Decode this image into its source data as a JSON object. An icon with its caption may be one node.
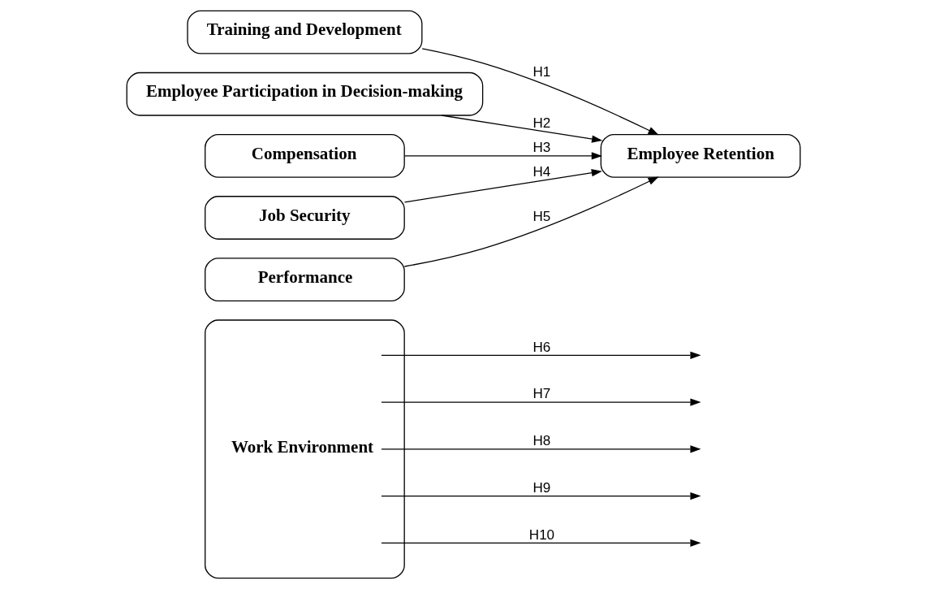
{
  "diagram": {
    "nodes": [
      {
        "text": [
          "Work Environment"
        ]
      },
      {
        "text": [
          "Training and Development"
        ]
      },
      {
        "text": [
          "Employee Participation in Decision-making"
        ]
      },
      {
        "text": [
          "Compensation"
        ]
      },
      {
        "text": [
          "Job Security"
        ]
      },
      {
        "text": [
          "Performance"
        ]
      },
      {
        "text": [
          "Employee Retention"
        ]
      }
    ],
    "edges": [
      {
        "from": 1,
        "to": 6,
        "arrow": "to",
        "label": "H1"
      },
      {
        "from": 2,
        "to": 6,
        "arrow": "to",
        "label": "H2"
      },
      {
        "from": 3,
        "to": 6,
        "arrow": "to",
        "label": "H3"
      },
      {
        "from": 4,
        "to": 6,
        "arrow": "to",
        "label": "H4"
      },
      {
        "from": 5,
        "to": 6,
        "arrow": "to",
        "label": "H5"
      },
      {
        "from": 0,
        "to": null,
        "arrow": "to",
        "label": "H6"
      },
      {
        "from": 0,
        "to": null,
        "arrow": "to",
        "label": "H7"
      },
      {
        "from": 0,
        "to": null,
        "arrow": "to",
        "label": "H8"
      },
      {
        "from": 0,
        "to": null,
        "arrow": "to",
        "label": "H9"
      },
      {
        "from": 0,
        "to": null,
        "arrow": "to",
        "label": "H10"
      }
    ]
  }
}
